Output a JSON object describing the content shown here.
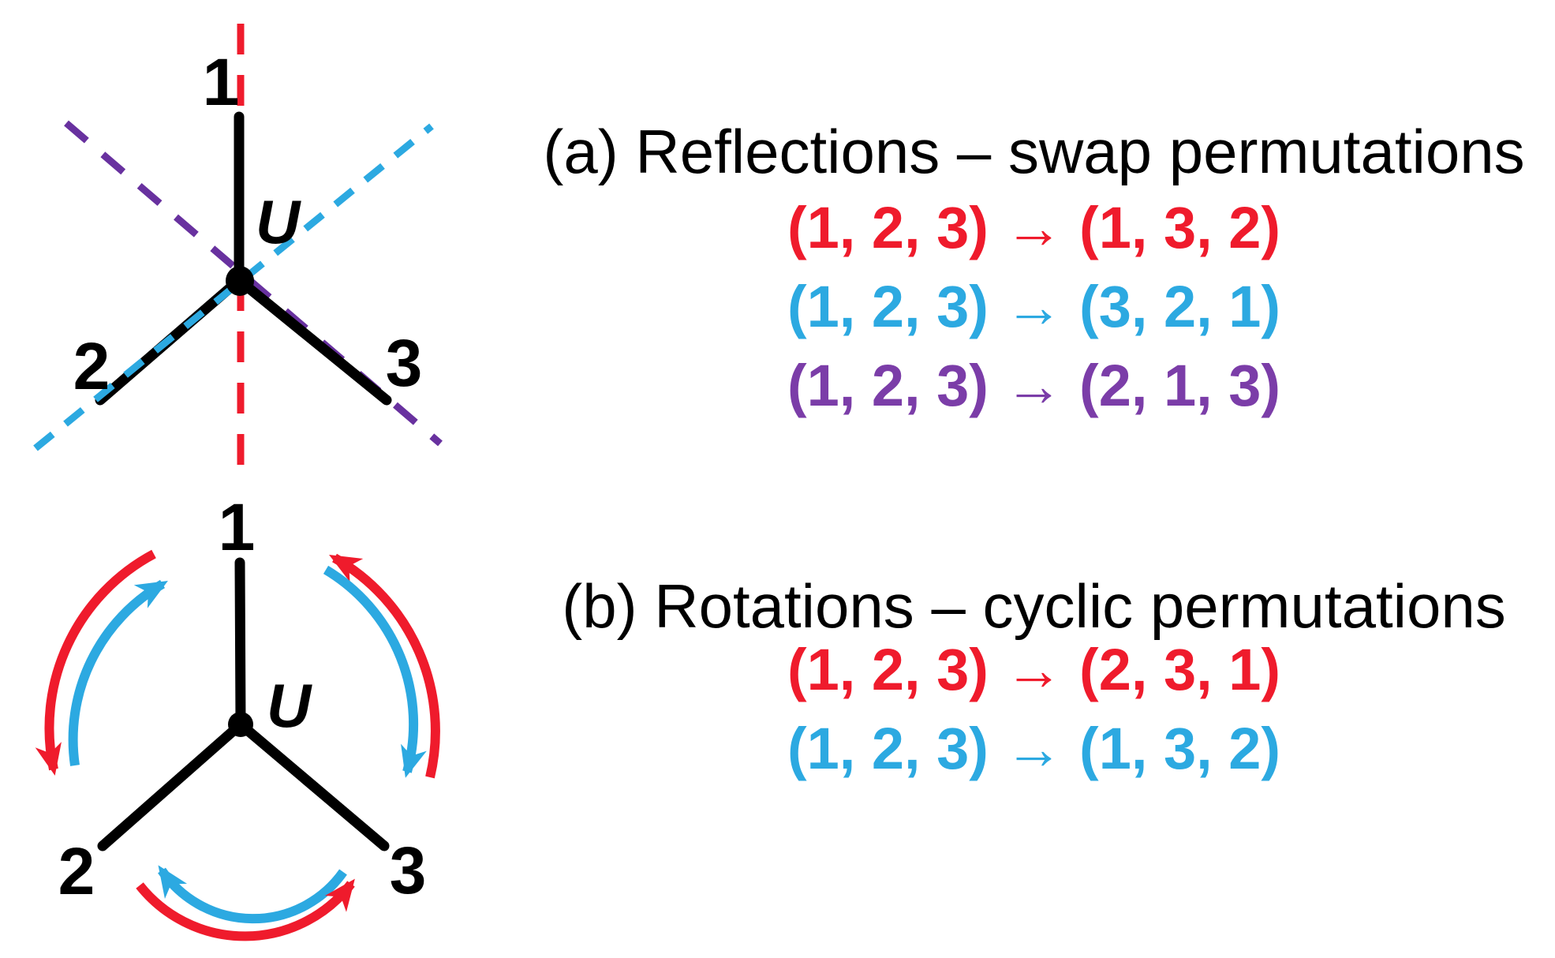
{
  "palette": {
    "red": "#EF1B2C",
    "blue": "#2CA9E1",
    "purple": "#7B3DA8",
    "purple_dash": "#68319F",
    "black": "#000000",
    "background": "#FFFFFF"
  },
  "top_tree": {
    "label_1": "1",
    "label_2": "2",
    "label_3": "3",
    "vertex_label": "U"
  },
  "bottom_tree": {
    "label_1": "1",
    "label_2": "2",
    "label_3": "3",
    "vertex_label": "U"
  },
  "section_a": {
    "title": "(a) Reflections – swap permutations",
    "line_red": "(1, 2, 3) → (1, 3, 2)",
    "line_blue": "(1, 2, 3) → (3, 2, 1)",
    "line_purple": "(1, 2, 3) → (2, 1, 3)"
  },
  "section_b": {
    "title": "(b) Rotations – cyclic permutations",
    "line_red": "(1, 2, 3) → (2, 3, 1)",
    "line_blue": "(1, 2, 3) → (1, 3, 2)"
  }
}
